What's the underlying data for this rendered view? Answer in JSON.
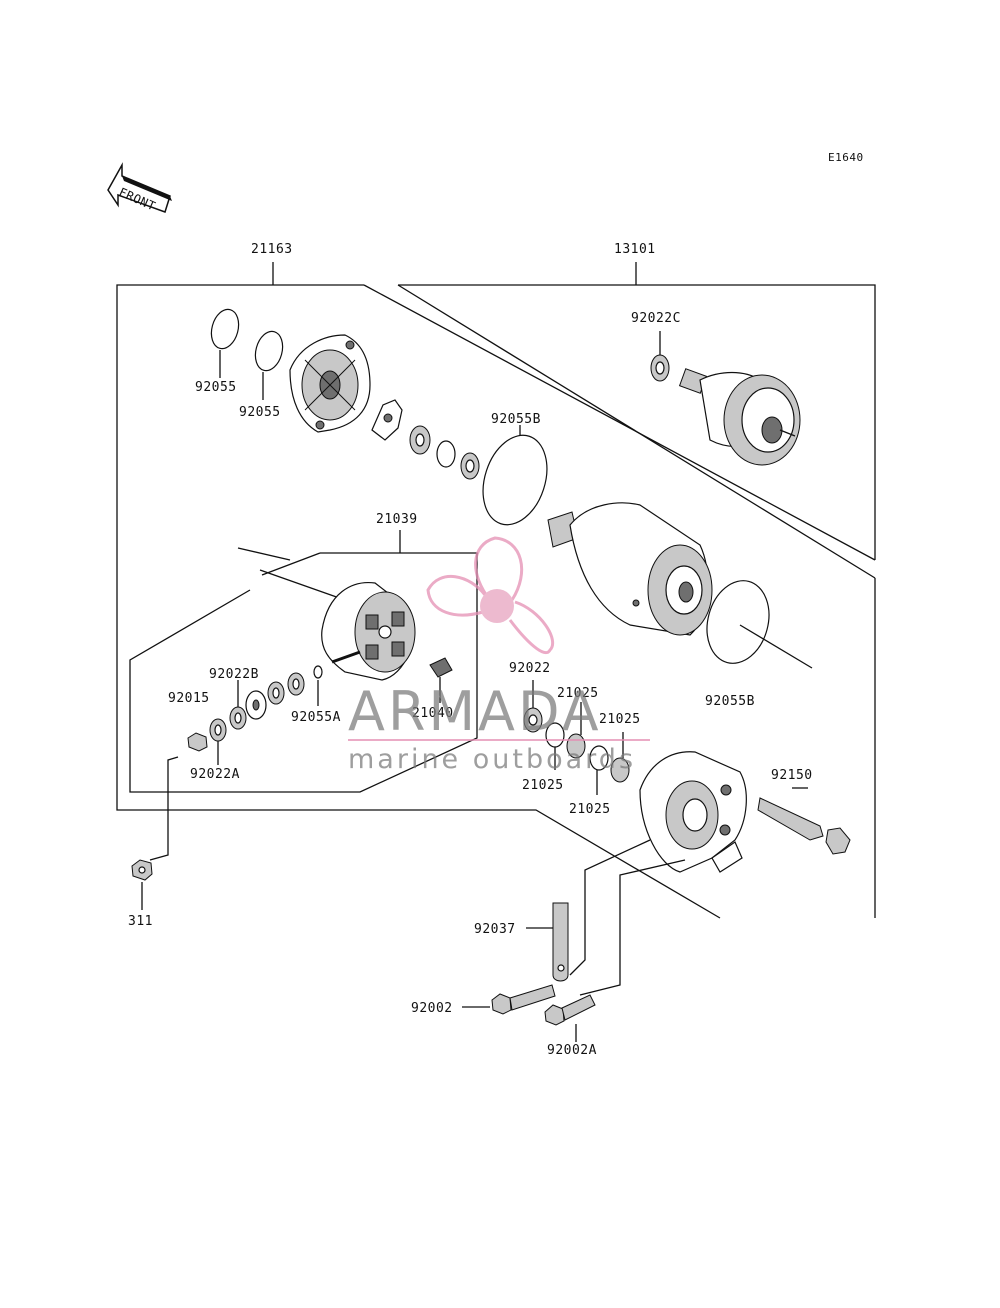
{
  "diagram_code": "E1640",
  "front_label": "FRONT",
  "labels": {
    "p21163": "21163",
    "p13101": "13101",
    "p92022C": "92022C",
    "p92055_1": "92055",
    "p92055_2": "92055",
    "p92055B_top": "92055B",
    "p21039": "21039",
    "p92022B": "92022B",
    "p92015": "92015",
    "p92055A": "92055A",
    "p21040": "21040",
    "p92022A": "92022A",
    "p92022": "92022",
    "p21025_a": "21025",
    "p21025_b": "21025",
    "p21025_c": "21025",
    "p21025_d": "21025",
    "p92055B_bottom": "92055B",
    "p92150": "92150",
    "p311": "311",
    "p92037": "92037",
    "p92002": "92002",
    "p92002A": "92002A"
  },
  "watermark": {
    "brand": "ARMADA",
    "tagline": "marine outboards"
  },
  "colors": {
    "line": "#111111",
    "watermark_text": "#7a7a7a",
    "watermark_logo": "#e58fb4",
    "watermark_hub": "#e7a3c0"
  }
}
